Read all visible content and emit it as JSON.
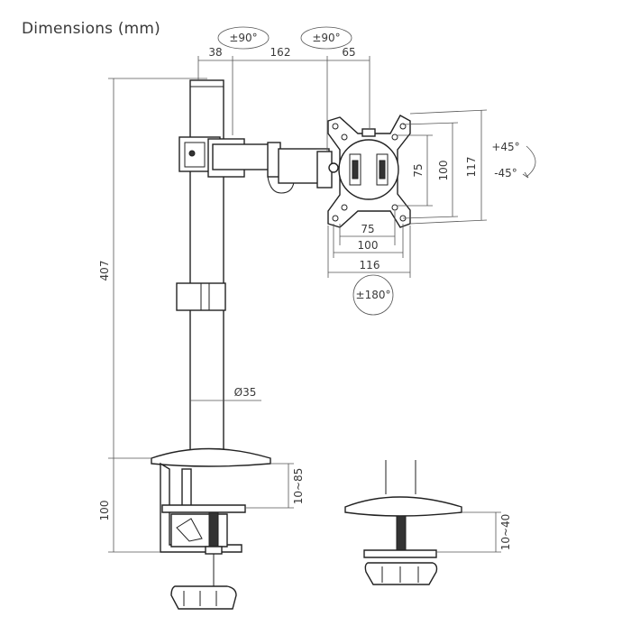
{
  "title": "Dimensions (mm)",
  "rotations": {
    "arm_joint_1": "±90°",
    "arm_joint_2": "±90°",
    "tilt_up": "+45°",
    "tilt_down": "-45°",
    "rotation": "±180°"
  },
  "dimensions": {
    "arm_segment_1": "38",
    "arm_segment_2": "162",
    "arm_segment_3": "65",
    "vesa_v_75": "75",
    "vesa_v_100": "100",
    "plate_height": "117",
    "vesa_h_75": "75",
    "vesa_h_100": "100",
    "plate_width": "116",
    "pole_height": "407",
    "pole_diameter": "Ø35",
    "clamp_height": "100",
    "clamp_range": "10~85",
    "grommet_range": "10~40"
  },
  "colors": {
    "line": "#222222",
    "dimension": "#555555",
    "text": "#3a3a3a"
  }
}
